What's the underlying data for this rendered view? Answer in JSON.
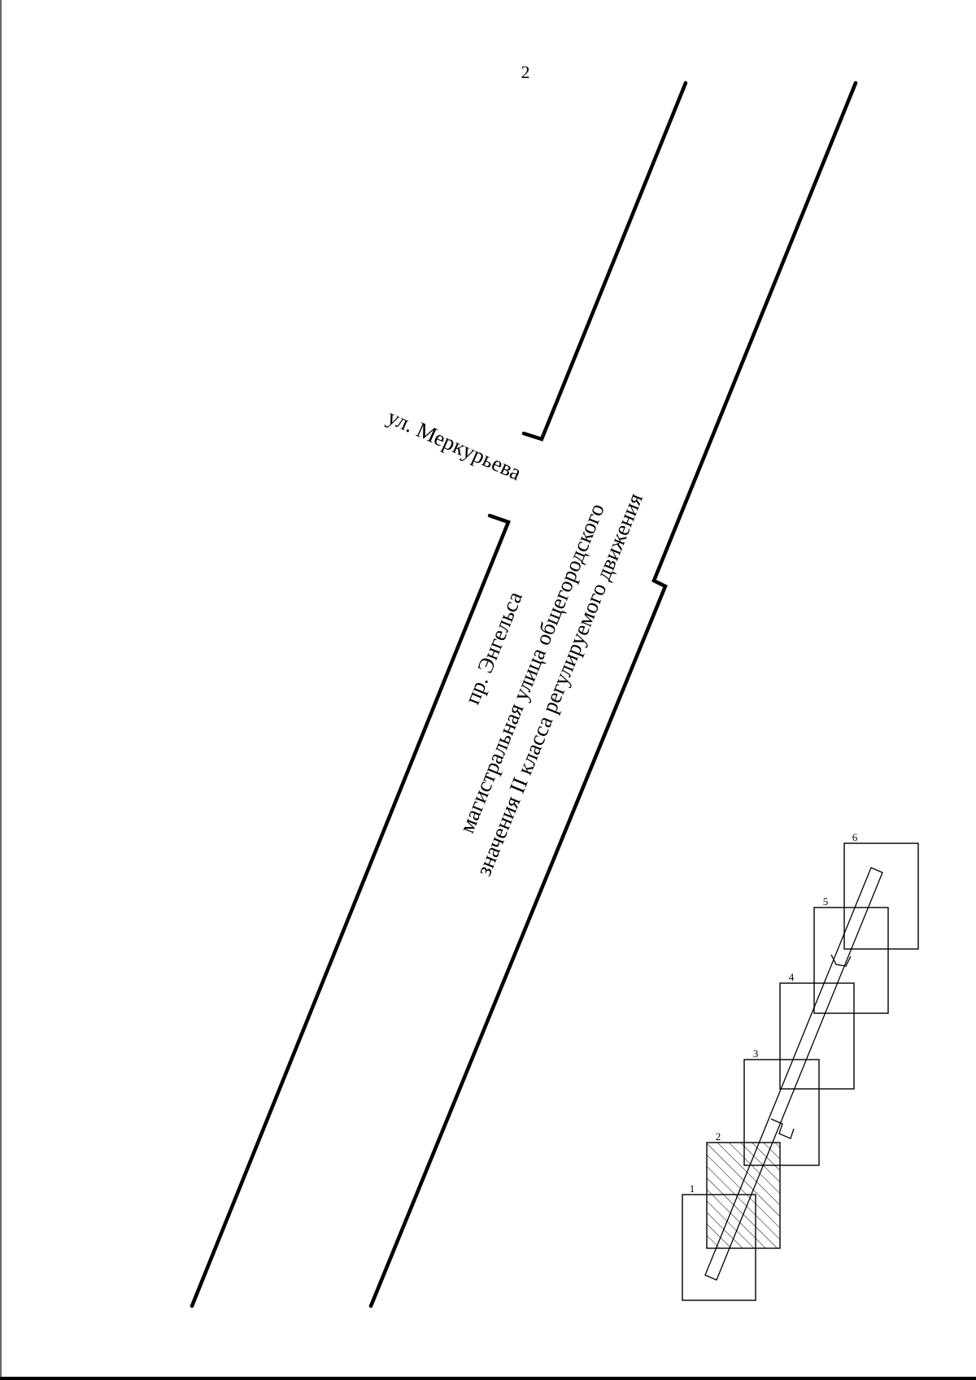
{
  "page": {
    "number": "2"
  },
  "streets": {
    "merkuryeva": "ул. Меркурьева",
    "engelsa": "пр. Энгельса",
    "description_line1": "магистральная улица общегородского",
    "description_line2": "значения II класса регулируемого движения"
  },
  "index_map": {
    "sheets": [
      {
        "label": "1",
        "hatched": false
      },
      {
        "label": "2",
        "hatched": true
      },
      {
        "label": "3",
        "hatched": false
      },
      {
        "label": "4",
        "hatched": false
      },
      {
        "label": "5",
        "hatched": false
      },
      {
        "label": "6",
        "hatched": false
      }
    ]
  }
}
